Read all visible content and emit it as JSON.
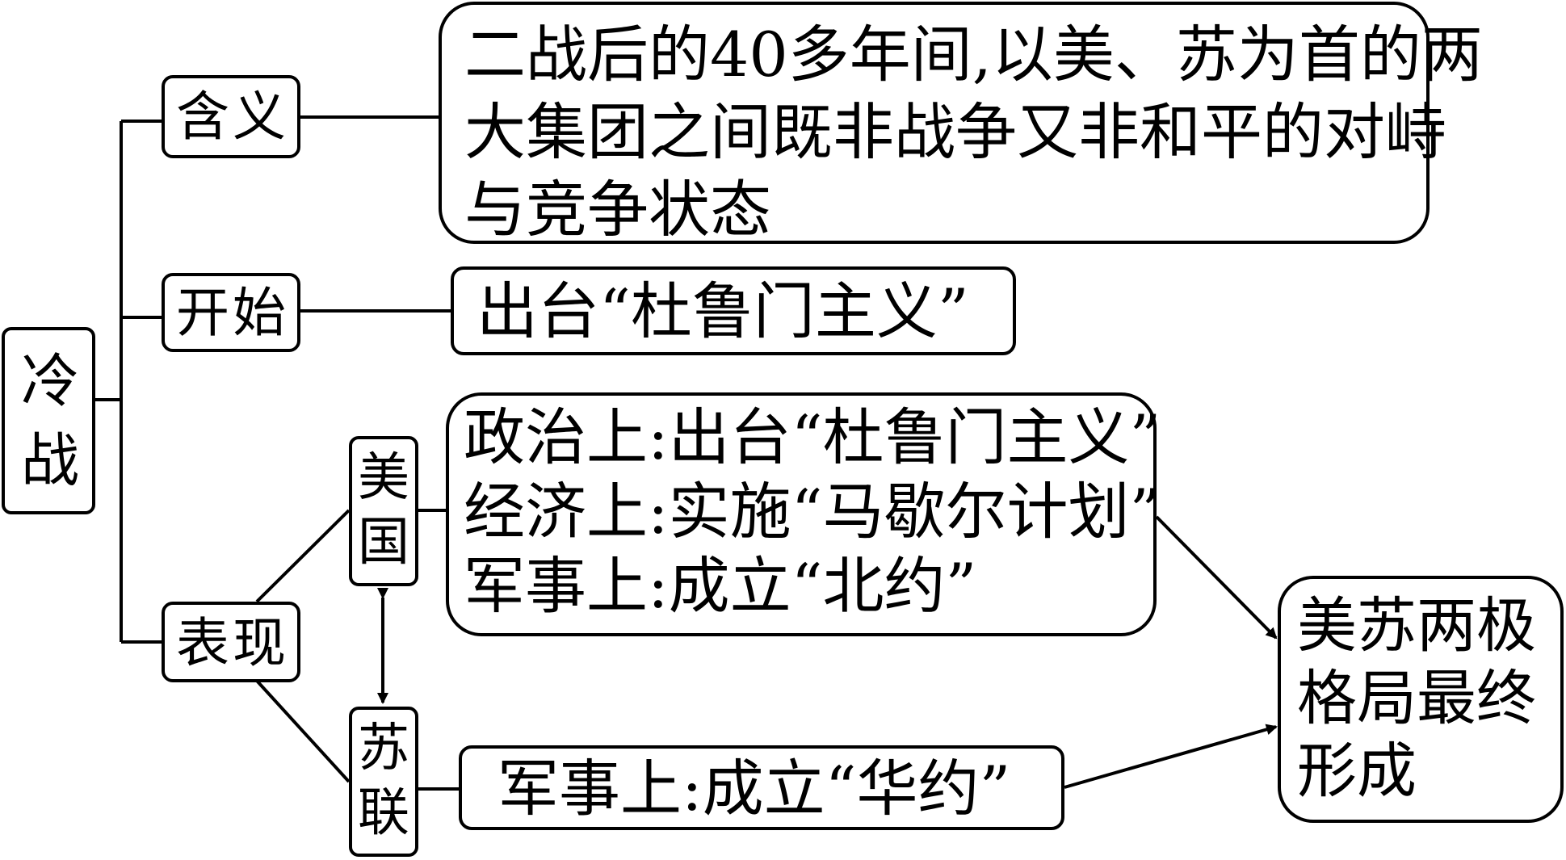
{
  "root": {
    "label": [
      "冷",
      "战"
    ]
  },
  "branches": {
    "meaning": {
      "label": "含义",
      "detail": [
        "二战后的40多年间,以美、苏为首的两",
        "大集团之间既非战争又非和平的对峙",
        "与竞争状态"
      ]
    },
    "start": {
      "label": "开始",
      "detail": "出台“杜鲁门主义”"
    },
    "manifest": {
      "label": "表现"
    }
  },
  "usa": {
    "label": [
      "美",
      "国"
    ],
    "items": [
      "政治上:出台“杜鲁门主义”",
      "经济上:实施“马歇尔计划”",
      "军事上:成立“北约”"
    ]
  },
  "ussr": {
    "label": [
      "苏",
      "联"
    ],
    "items": [
      "军事上:成立“华约”"
    ]
  },
  "result": {
    "lines": [
      "美苏两极",
      "格局最终",
      "形成"
    ]
  }
}
